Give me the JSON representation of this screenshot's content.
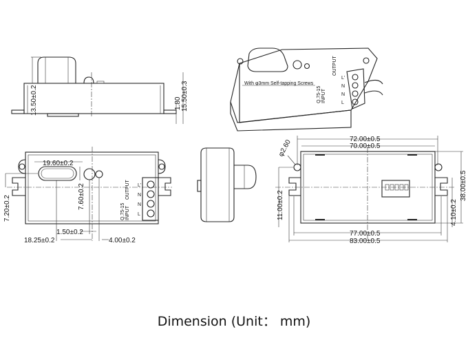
{
  "caption": "Dimension (Unit： mm)",
  "side_view": {
    "height_body": "13.50±0.2",
    "flange": "1.80",
    "height_total": "15.50±0.3"
  },
  "iso_view": {
    "note": "With φ3mm Self-tapping Screws",
    "model": "Q.75-15",
    "input_label": "INPUT",
    "output_label": "OUTPUT",
    "terminals": [
      "L",
      "N",
      "N",
      "L'"
    ]
  },
  "front_view": {
    "lens_width": "19.60±0.2",
    "lens_height": "7.60±0.2",
    "offset_vertical": "7.20±0.2",
    "gap": "1.50±0.2",
    "lens_pos": "18.25±0.2",
    "led_pos": "4.00±0.2",
    "model": "Q.75-15",
    "input_label": "INPUT",
    "output_label": "OUTPUT",
    "terminals": [
      "L",
      "N",
      "N",
      "L'"
    ]
  },
  "back_view": {
    "hole_dia": "φ2.60",
    "width_inner_holes": "72.00±0.5",
    "width_body": "70.00±0.5",
    "width_slots": "77.00±0.5",
    "width_total": "83.00±0.5",
    "hole_offset": "11.00±0.2",
    "slot_offset": "4.10±0.2",
    "height_total": "38.00±0.5"
  }
}
